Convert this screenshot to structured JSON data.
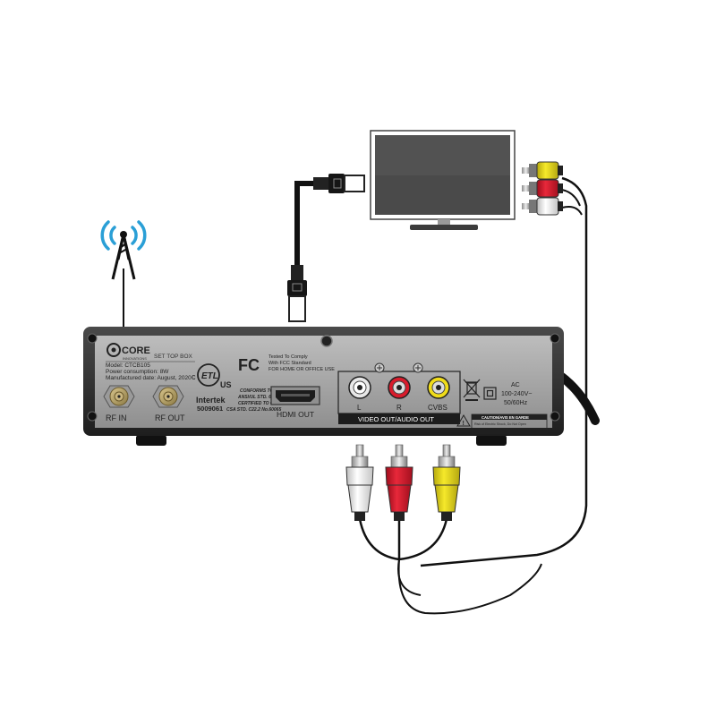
{
  "brand": {
    "name": "CORE",
    "tagline": "INNOVATIONS",
    "product": "SET TOP BOX"
  },
  "label_plate": {
    "model": "Model: CTCB105",
    "power": "Power consumption: 8W",
    "manufactured": "Manufactured date: August, 2020"
  },
  "fcc": {
    "logo": "FC",
    "line1": "Tested To Comply",
    "line2": "With FCC Standard",
    "line3": "FOR HOME OR OFFICE USE"
  },
  "etl": {
    "c": "c",
    "us": "US",
    "lab": "Intertek",
    "number": "5009061",
    "conform1": "CONFORMS TO",
    "conform2": "ANSI/UL STD. 60065",
    "conform3": "CERTIFIED TO CAN/",
    "conform4": "CSA STD. C22.2 No.60065"
  },
  "ports": {
    "rf_in": "RF IN",
    "rf_out": "RF OUT",
    "hdmi_out": "HDMI OUT",
    "audio_l": "L",
    "audio_r": "R",
    "cvbs": "CVBS",
    "video_audio_out": "VIDEO OUT/AUDIO OUT"
  },
  "power": {
    "line1": "AC",
    "line2": "100-240V~",
    "line3": "50/60Hz"
  },
  "caution": {
    "title": "CAUTION/AVIS EN GARDE",
    "line1": "Risk of Electric Shock, Do Not Open",
    "line2": "Risque DELECTROCUTION ne pas ouvrir"
  },
  "colors": {
    "antenna_waves": "#2a9fd6",
    "rca_white": "#ffffff",
    "rca_red": "#e0182c",
    "rca_yellow": "#f2e21a",
    "box_panel": "#a9a9a9",
    "box_frame": "#3a3a3a"
  },
  "icons": [
    "antenna-icon",
    "tv-icon",
    "hdmi-plug-icon",
    "rca-plug-icon",
    "power-cable-icon",
    "fcc-logo-icon",
    "etl-logo-icon",
    "weee-icon",
    "double-insulation-icon",
    "warning-icon"
  ]
}
